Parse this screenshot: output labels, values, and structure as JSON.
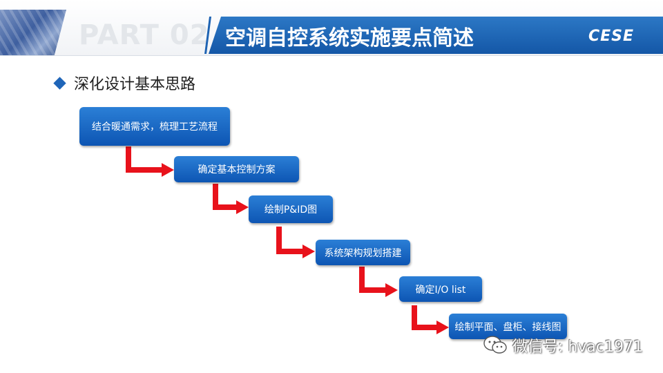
{
  "header": {
    "part_label": "PART 02",
    "title": "空调自控系统实施要点简述",
    "logo_text": "CESE"
  },
  "section": {
    "title": "深化设计基本思路"
  },
  "steps": [
    "结合暖通需求，梳理工艺流程",
    "确定基本控制方案",
    "绘制P&ID图",
    "系统架构规划搭建",
    "确定I/O list",
    "绘制平面、盘柜、接线图"
  ],
  "watermark": {
    "text": "微信号: hvac1971"
  },
  "colors": {
    "step_blue": "#1466c4",
    "arrow_red": "#e8121b",
    "title_blue": "#1a62b3"
  }
}
